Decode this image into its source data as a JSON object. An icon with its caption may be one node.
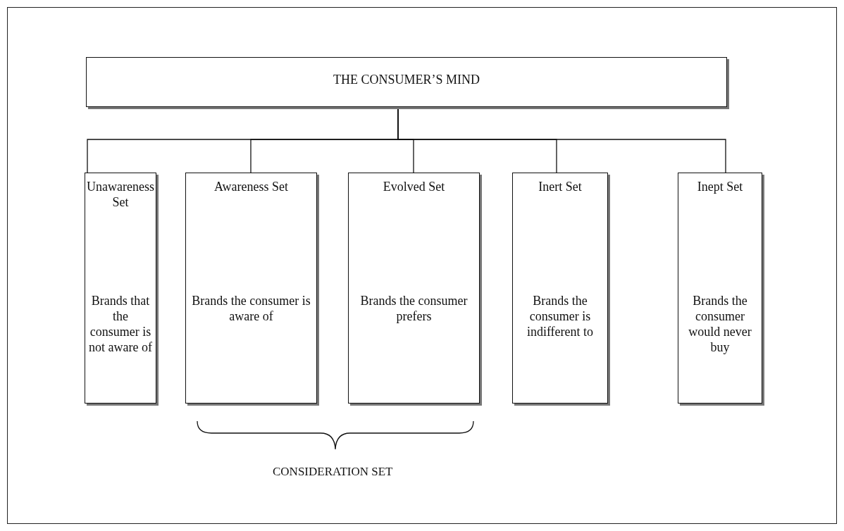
{
  "diagram": {
    "nodes": [
      {
        "text": [
          "THE CONSUMER’S MIND"
        ]
      },
      {
        "text": [
          "Unawareness Set",
          "Brands that the consumer is not aware of"
        ]
      },
      {
        "text": [
          "Awareness Set",
          "Brands the consumer is aware of"
        ]
      },
      {
        "text": [
          "Evolved Set",
          "Brands the consumer prefers"
        ]
      },
      {
        "text": [
          "Inert Set",
          "Brands the consumer is indifferent to"
        ]
      },
      {
        "text": [
          "Inept Set",
          "Brands the consumer would never buy"
        ]
      }
    ],
    "edges": [
      {
        "from": 0,
        "to": 1,
        "arrow": "none"
      },
      {
        "from": 0,
        "to": 2,
        "arrow": "none"
      },
      {
        "from": 0,
        "to": 3,
        "arrow": "none"
      },
      {
        "from": 0,
        "to": 4,
        "arrow": "none"
      },
      {
        "from": 0,
        "to": 5,
        "arrow": "none"
      }
    ],
    "labels": [
      "CONSIDERATION SET"
    ]
  }
}
